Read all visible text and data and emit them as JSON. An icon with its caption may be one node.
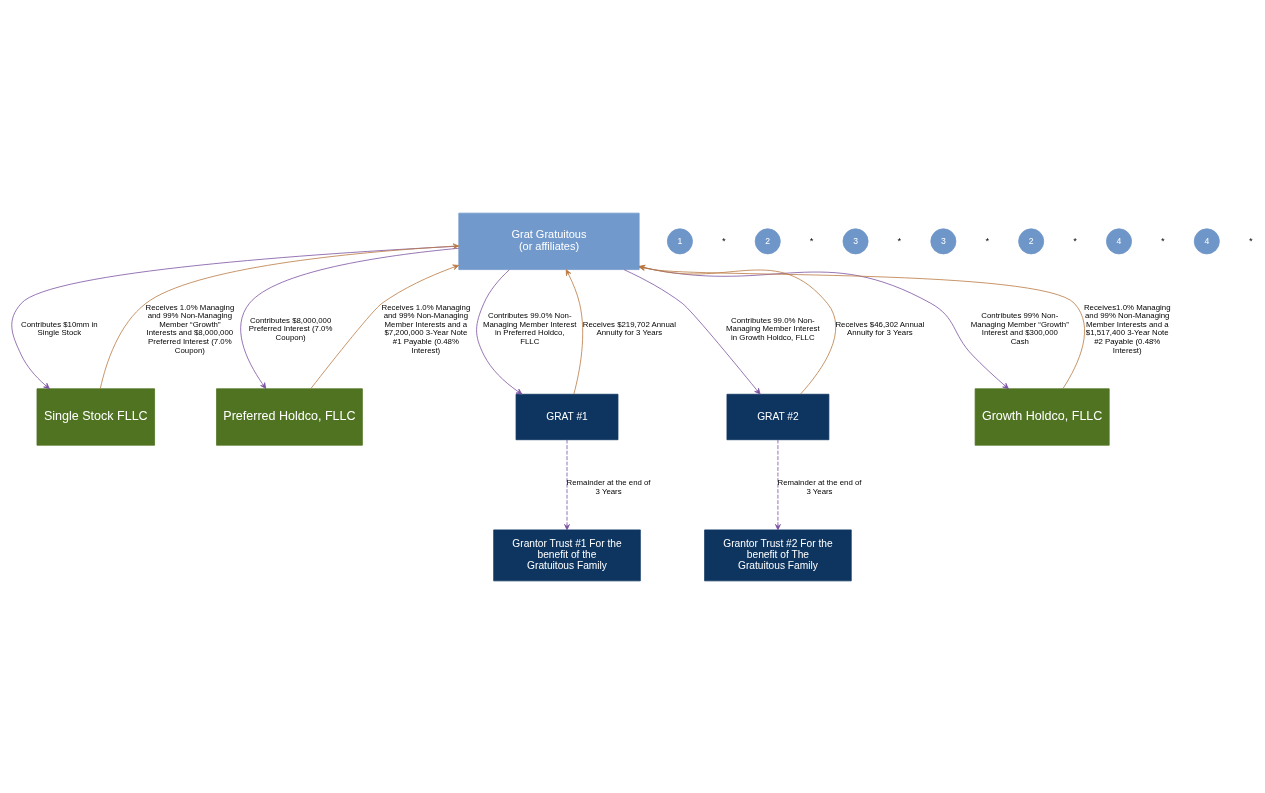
{
  "diagram": {
    "nodes": [
      {
        "text": [
          "Grat Gratuitous",
          "(or affiliates)"
        ]
      },
      {
        "text": [
          "Single Stock FLLC"
        ]
      },
      {
        "text": [
          "Preferred Holdco, FLLC"
        ]
      },
      {
        "text": [
          "GRAT #1"
        ]
      },
      {
        "text": [
          "GRAT #2"
        ]
      },
      {
        "text": [
          "Growth Holdco, FLLC"
        ]
      },
      {
        "text": [
          "Grantor Trust #1 For the benefit of the Gratuitous Family"
        ]
      },
      {
        "text": [
          "Grantor Trust #2 For the benefit of The Gratuitous Family"
        ]
      },
      {
        "text": [
          "1"
        ],
        "beside": [
          "*"
        ]
      },
      {
        "text": [
          "2"
        ],
        "beside": [
          "*"
        ]
      },
      {
        "text": [
          "3"
        ],
        "beside": [
          "*"
        ]
      },
      {
        "text": [
          "3"
        ],
        "beside": [
          "*"
        ]
      },
      {
        "text": [
          "2"
        ],
        "beside": [
          "*"
        ]
      },
      {
        "text": [
          "4"
        ],
        "beside": [
          "*"
        ]
      },
      {
        "text": [
          "4"
        ],
        "beside": [
          "*"
        ]
      }
    ],
    "edges": [
      {
        "from": 0,
        "to": 1,
        "arrow": "to",
        "label": "Contributes $10mm in Single Stock"
      },
      {
        "from": 1,
        "to": 0,
        "arrow": "to",
        "label": "Receives 1.0% Managing and 99% Non-Managing Member “Growth” Interests and $8,000,000 Preferred Interest (7.0% Coupon)",
        "color": "#b9773f"
      },
      {
        "from": 0,
        "to": 2,
        "arrow": "to",
        "label": "Contributes $8,000,000 Preferred Interest (7.0% Coupon)"
      },
      {
        "from": 2,
        "to": 0,
        "arrow": "to",
        "label": "Receives 1.0% Managing and 99% Non-Managing Member Interests and a $7,200,000 3-Year Note #1 Payable (0.48% Interest)",
        "color": "#b9773f"
      },
      {
        "from": 0,
        "to": 3,
        "arrow": "to",
        "label": "Contributes 99.0% Non-Managing Member Interest in Preferred Holdco, FLLC"
      },
      {
        "from": 3,
        "to": 0,
        "arrow": "to",
        "label": "Receives $219,702 Annual Annuity for 3 Years",
        "color": "#b9773f"
      },
      {
        "from": 4,
        "to": 0,
        "arrow": "to",
        "label": "Receives $46,302 Annual Annuity for 3 Years",
        "color": "#b9773f"
      },
      {
        "from": 0,
        "to": 4,
        "arrow": "to",
        "label": "Contributes 99.0% Non-Managing Member Interest in Growth Holdco, FLLC"
      },
      {
        "from": 5,
        "to": 0,
        "arrow": "to",
        "label": "Receives1.0% Managing and 99% Non-Managing Member Interests and a $1,517,400 3-Year Note #2 Payable (0.48% Interest)",
        "color": "#b9773f"
      },
      {
        "from": 0,
        "to": 5,
        "arrow": "to",
        "label": "Contributes 99% Non-Managing Member “Growth” Interest and $300,000 Cash"
      },
      {
        "from": 3,
        "to": 6,
        "arrow": "to",
        "label": "Remainder at the end of 3 Years",
        "style": "dashed"
      },
      {
        "from": 4,
        "to": 7,
        "arrow": "to",
        "label": "Remainder at the end of 3 Years",
        "style": "dashed"
      }
    ]
  }
}
